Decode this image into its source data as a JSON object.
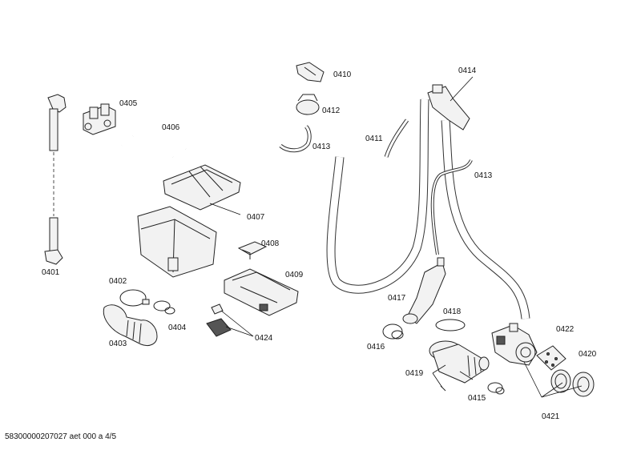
{
  "labels": {
    "p0401": "0401",
    "p0402": "0402",
    "p0403": "0403",
    "p0404": "0404",
    "p0405": "0405",
    "p0406": "0406",
    "p0407": "0407",
    "p0408": "0408",
    "p0409": "0409",
    "p0410": "0410",
    "p0411": "0411",
    "p0412": "0412",
    "p0413a": "0413",
    "p0413b": "0413",
    "p0414": "0414",
    "p0415": "0415",
    "p0416": "0416",
    "p0417": "0417",
    "p0418": "0418",
    "p0419": "0419",
    "p0420": "0420",
    "p0421": "0421",
    "p0422": "0422",
    "p0424": "0424"
  },
  "footer": "58300000207027 aet 000 a 4/5"
}
